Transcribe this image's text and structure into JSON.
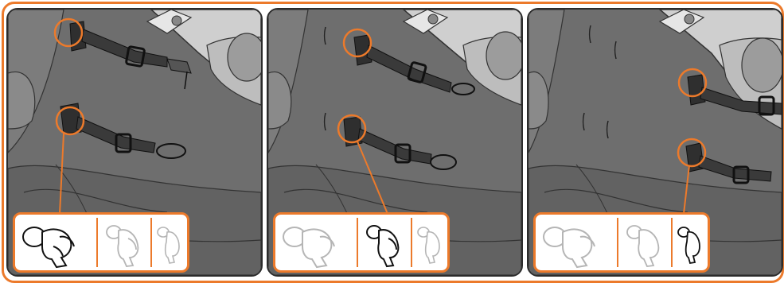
{
  "colors": {
    "accent": "#ec7a2b",
    "seat_fabric": "#6f6f6f",
    "seat_shell": "#d8d8d8",
    "strap": "#3a3a3a",
    "outline": "#222222",
    "inactive_figure": "#b5b5b5"
  },
  "panels": [
    {
      "id": "1",
      "highlighted_size": "large"
    },
    {
      "id": "2",
      "highlighted_size": "medium"
    },
    {
      "id": "3",
      "highlighted_size": "small"
    }
  ],
  "legend_icons": [
    "child-large-icon",
    "child-medium-icon",
    "child-small-icon"
  ]
}
